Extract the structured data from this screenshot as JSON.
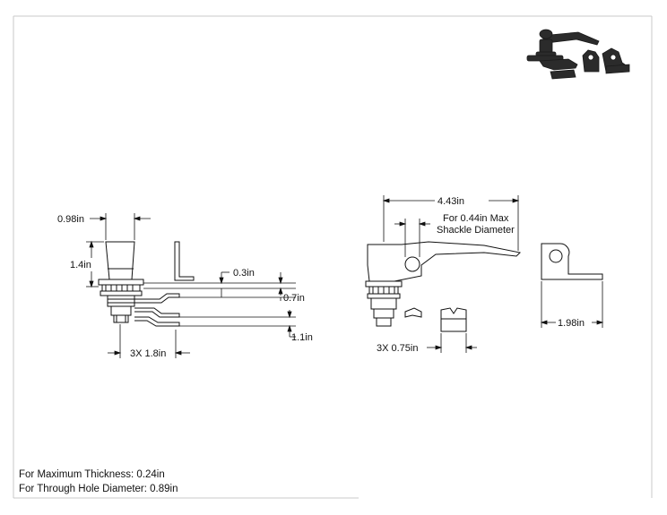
{
  "dimensions": {
    "left_view": {
      "width": "0.98in",
      "height": "1.4in",
      "thickness": "0.3in",
      "offset": "0.7in",
      "reach": "1.1in",
      "cam_lengths": "3X 1.8in"
    },
    "right_view": {
      "handle_length": "4.43in",
      "shackle_note_line1": "For 0.44in Max",
      "shackle_note_line2": "Shackle Diameter",
      "bracket_width": "1.98in",
      "cam_lengths": "3X 0.75in"
    }
  },
  "notes": {
    "max_thickness": "For Maximum Thickness: 0.24in",
    "through_hole": "For Through Hole Diameter: 0.89in"
  },
  "colors": {
    "line": "#111111",
    "border": "#c8c8c8",
    "product": "#2b2b2b"
  },
  "icons": {
    "preview": "product-preview-icon"
  }
}
